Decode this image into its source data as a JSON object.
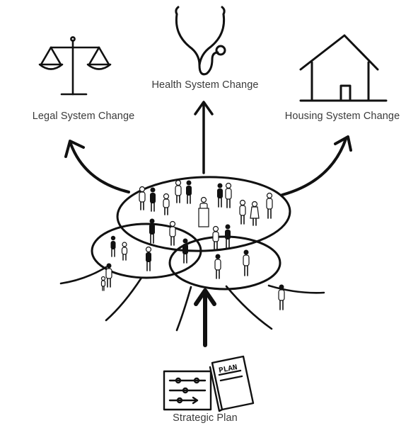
{
  "labels": {
    "health": "Health System Change",
    "legal": "Legal System Change",
    "housing": "Housing System Change",
    "strategic_plan": "Strategic Plan",
    "plan_book": "PLAN"
  },
  "icons": {
    "health": "stethoscope-icon",
    "legal": "scales-of-justice-icon",
    "housing": "house-icon",
    "plan": "strategic-plan-document-icon"
  },
  "colors": {
    "ink": "#111111",
    "label_text": "#3a3a3a",
    "background": "#ffffff"
  }
}
